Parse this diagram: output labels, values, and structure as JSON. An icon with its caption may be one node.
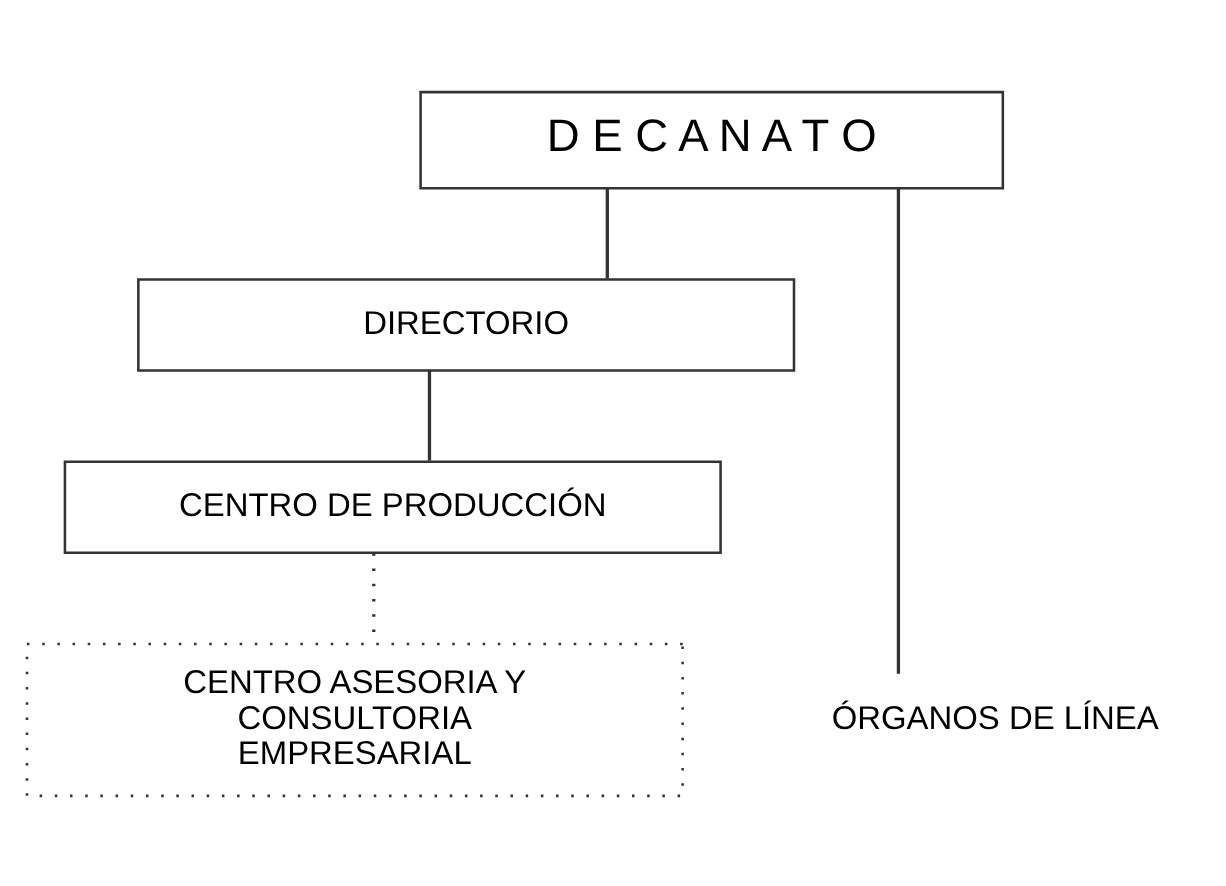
{
  "diagram": {
    "nodes": [
      {
        "text": [
          "D E C A N A T O"
        ]
      },
      {
        "text": [
          "DIRECTORIO"
        ]
      },
      {
        "text": [
          "CENTRO DE PRODUCCIÓN"
        ]
      },
      {
        "text": [
          "CENTRO ASESORIA Y CONSULTORIA EMPRESARIAL"
        ]
      },
      {
        "text": [
          "ÓRGANOS DE LÍNEA"
        ]
      }
    ],
    "edges": [
      {
        "from": 0,
        "to": 1,
        "arrow": "none"
      },
      {
        "from": 0,
        "to": 4,
        "arrow": "none"
      },
      {
        "from": 1,
        "to": 2,
        "arrow": "none"
      },
      {
        "from": 2,
        "to": 3,
        "arrow": "none",
        "style": "dashed"
      }
    ]
  }
}
